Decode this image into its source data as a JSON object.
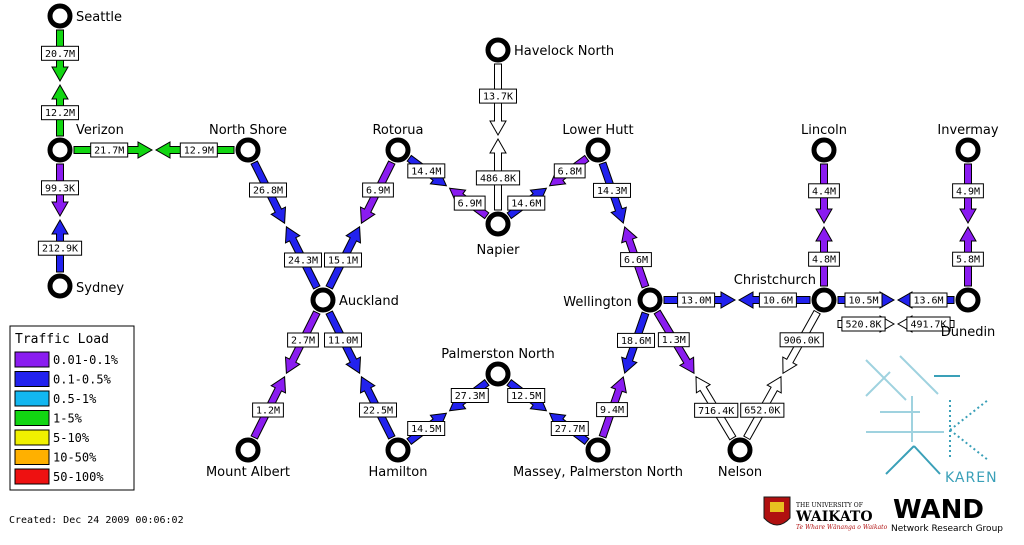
{
  "colors": {
    "0.01-0.1%": "#8a1cf0",
    "0.1-0.5%": "#2222ee",
    "0.5-1%": "#12b7f0",
    "1-5%": "#12d612",
    "5-10%": "#f0f000",
    "10-50%": "#ffb000",
    "50-100%": "#ee1111",
    "none": "#ffffff"
  },
  "nodes": [
    {
      "id": "seattle",
      "label": "Seattle"
    },
    {
      "id": "verizon",
      "label": "Verizon"
    },
    {
      "id": "sydney",
      "label": "Sydney"
    },
    {
      "id": "northshore",
      "label": "North Shore"
    },
    {
      "id": "rotorua",
      "label": "Rotorua"
    },
    {
      "id": "havelock",
      "label": "Havelock North"
    },
    {
      "id": "napier",
      "label": "Napier"
    },
    {
      "id": "lowerhutt",
      "label": "Lower Hutt"
    },
    {
      "id": "lincoln",
      "label": "Lincoln"
    },
    {
      "id": "invermay",
      "label": "Invermay"
    },
    {
      "id": "auckland",
      "label": "Auckland"
    },
    {
      "id": "wellington",
      "label": "Wellington"
    },
    {
      "id": "christchurch",
      "label": "Christchurch"
    },
    {
      "id": "dunedin",
      "label": "Dunedin"
    },
    {
      "id": "palmerston",
      "label": "Palmerston North"
    },
    {
      "id": "mountalbert",
      "label": "Mount Albert"
    },
    {
      "id": "hamilton",
      "label": "Hamilton"
    },
    {
      "id": "massey",
      "label": "Massey, Palmerston North"
    },
    {
      "id": "nelson",
      "label": "Nelson"
    }
  ],
  "links": [
    {
      "a": "seattle",
      "b": "verizon",
      "ab": "20.7M",
      "ab_level": "1-5%",
      "ba": "12.2M",
      "ba_level": "1-5%"
    },
    {
      "a": "verizon",
      "b": "sydney",
      "ab": "99.3K",
      "ab_level": "0.01-0.1%",
      "ba": "212.9K",
      "ba_level": "0.1-0.5%"
    },
    {
      "a": "verizon",
      "b": "northshore",
      "ab": "21.7M",
      "ab_level": "1-5%",
      "ba": "12.9M",
      "ba_level": "1-5%"
    },
    {
      "a": "northshore",
      "b": "auckland",
      "ab": "26.8M",
      "ab_level": "0.1-0.5%",
      "ba": "24.3M",
      "ba_level": "0.1-0.5%"
    },
    {
      "a": "rotorua",
      "b": "auckland",
      "ab": "6.9M",
      "ab_level": "0.01-0.1%",
      "ba": "15.1M",
      "ba_level": "0.1-0.5%"
    },
    {
      "a": "rotorua",
      "b": "napier",
      "ab": "14.4M",
      "ab_level": "0.1-0.5%",
      "ba": "6.9M",
      "ba_level": "0.01-0.1%"
    },
    {
      "a": "havelock",
      "b": "napier",
      "ab": "13.7K",
      "ab_level": "none",
      "ba": "486.8K",
      "ba_level": "none"
    },
    {
      "a": "napier",
      "b": "lowerhutt",
      "ab": "14.6M",
      "ab_level": "0.1-0.5%",
      "ba": "6.8M",
      "ba_level": "0.01-0.1%"
    },
    {
      "a": "lowerhutt",
      "b": "wellington",
      "ab": "14.3M",
      "ab_level": "0.1-0.5%",
      "ba": "6.6M",
      "ba_level": "0.01-0.1%"
    },
    {
      "a": "wellington",
      "b": "christchurch",
      "ab": "13.0M",
      "ab_level": "0.1-0.5%",
      "ba": "10.6M",
      "ba_level": "0.1-0.5%"
    },
    {
      "a": "lincoln",
      "b": "christchurch",
      "ab": "4.4M",
      "ab_level": "0.01-0.1%",
      "ba": "4.8M",
      "ba_level": "0.01-0.1%"
    },
    {
      "a": "christchurch",
      "b": "dunedin",
      "ab": "10.5M",
      "ab_level": "0.1-0.5%",
      "ba": "13.6M",
      "ba_level": "0.1-0.5%"
    },
    {
      "a": "invermay",
      "b": "dunedin",
      "ab": "4.9M",
      "ab_level": "0.01-0.1%",
      "ba": "5.8M",
      "ba_level": "0.01-0.1%"
    },
    {
      "a": "christchurch",
      "b": "dunedin",
      "ab": "520.8K",
      "ab_level": "none",
      "ba": "491.7K",
      "ba_level": "none",
      "offset": 24
    },
    {
      "a": "auckland",
      "b": "mountalbert",
      "ab": "2.7M",
      "ab_level": "0.01-0.1%",
      "ba": "1.2M",
      "ba_level": "0.01-0.1%"
    },
    {
      "a": "auckland",
      "b": "hamilton",
      "ab": "11.0M",
      "ab_level": "0.1-0.5%",
      "ba": "22.5M",
      "ba_level": "0.1-0.5%"
    },
    {
      "a": "hamilton",
      "b": "palmerston",
      "ab": "14.5M",
      "ab_level": "0.1-0.5%",
      "ba": "27.3M",
      "ba_level": "0.1-0.5%"
    },
    {
      "a": "palmerston",
      "b": "massey",
      "ab": "12.5M",
      "ab_level": "0.1-0.5%",
      "ba": "27.7M",
      "ba_level": "0.1-0.5%"
    },
    {
      "a": "wellington",
      "b": "massey",
      "ab": "18.6M",
      "ab_level": "0.1-0.5%",
      "ba": "9.4M",
      "ba_level": "0.01-0.1%"
    },
    {
      "a": "wellington",
      "b": "nelson",
      "ab": "1.3M",
      "ab_level": "0.01-0.1%",
      "ba": "716.4K",
      "ba_level": "none"
    },
    {
      "a": "christchurch",
      "b": "nelson",
      "ab": "906.0K",
      "ab_level": "none",
      "ba": "652.0K",
      "ba_level": "none"
    }
  ],
  "legend": {
    "title": "Traffic Load",
    "items": [
      {
        "label": "0.01-0.1%",
        "color": "#8a1cf0"
      },
      {
        "label": "0.1-0.5%",
        "color": "#2222ee"
      },
      {
        "label": "0.5-1%",
        "color": "#12b7f0"
      },
      {
        "label": "1-5%",
        "color": "#12d612"
      },
      {
        "label": "5-10%",
        "color": "#f0f000"
      },
      {
        "label": "10-50%",
        "color": "#ffb000"
      },
      {
        "label": "50-100%",
        "color": "#ee1111"
      }
    ]
  },
  "created": "Created: Dec 24 2009 00:06:02",
  "logos": {
    "karen": "KAREN",
    "waikato_top": "THE UNIVERSITY OF",
    "waikato_name": "WAIKATO",
    "waikato_motto": "Te Whare Wānanga o Waikato",
    "wand": "WAND",
    "wand_sub": "Network Research Group"
  }
}
